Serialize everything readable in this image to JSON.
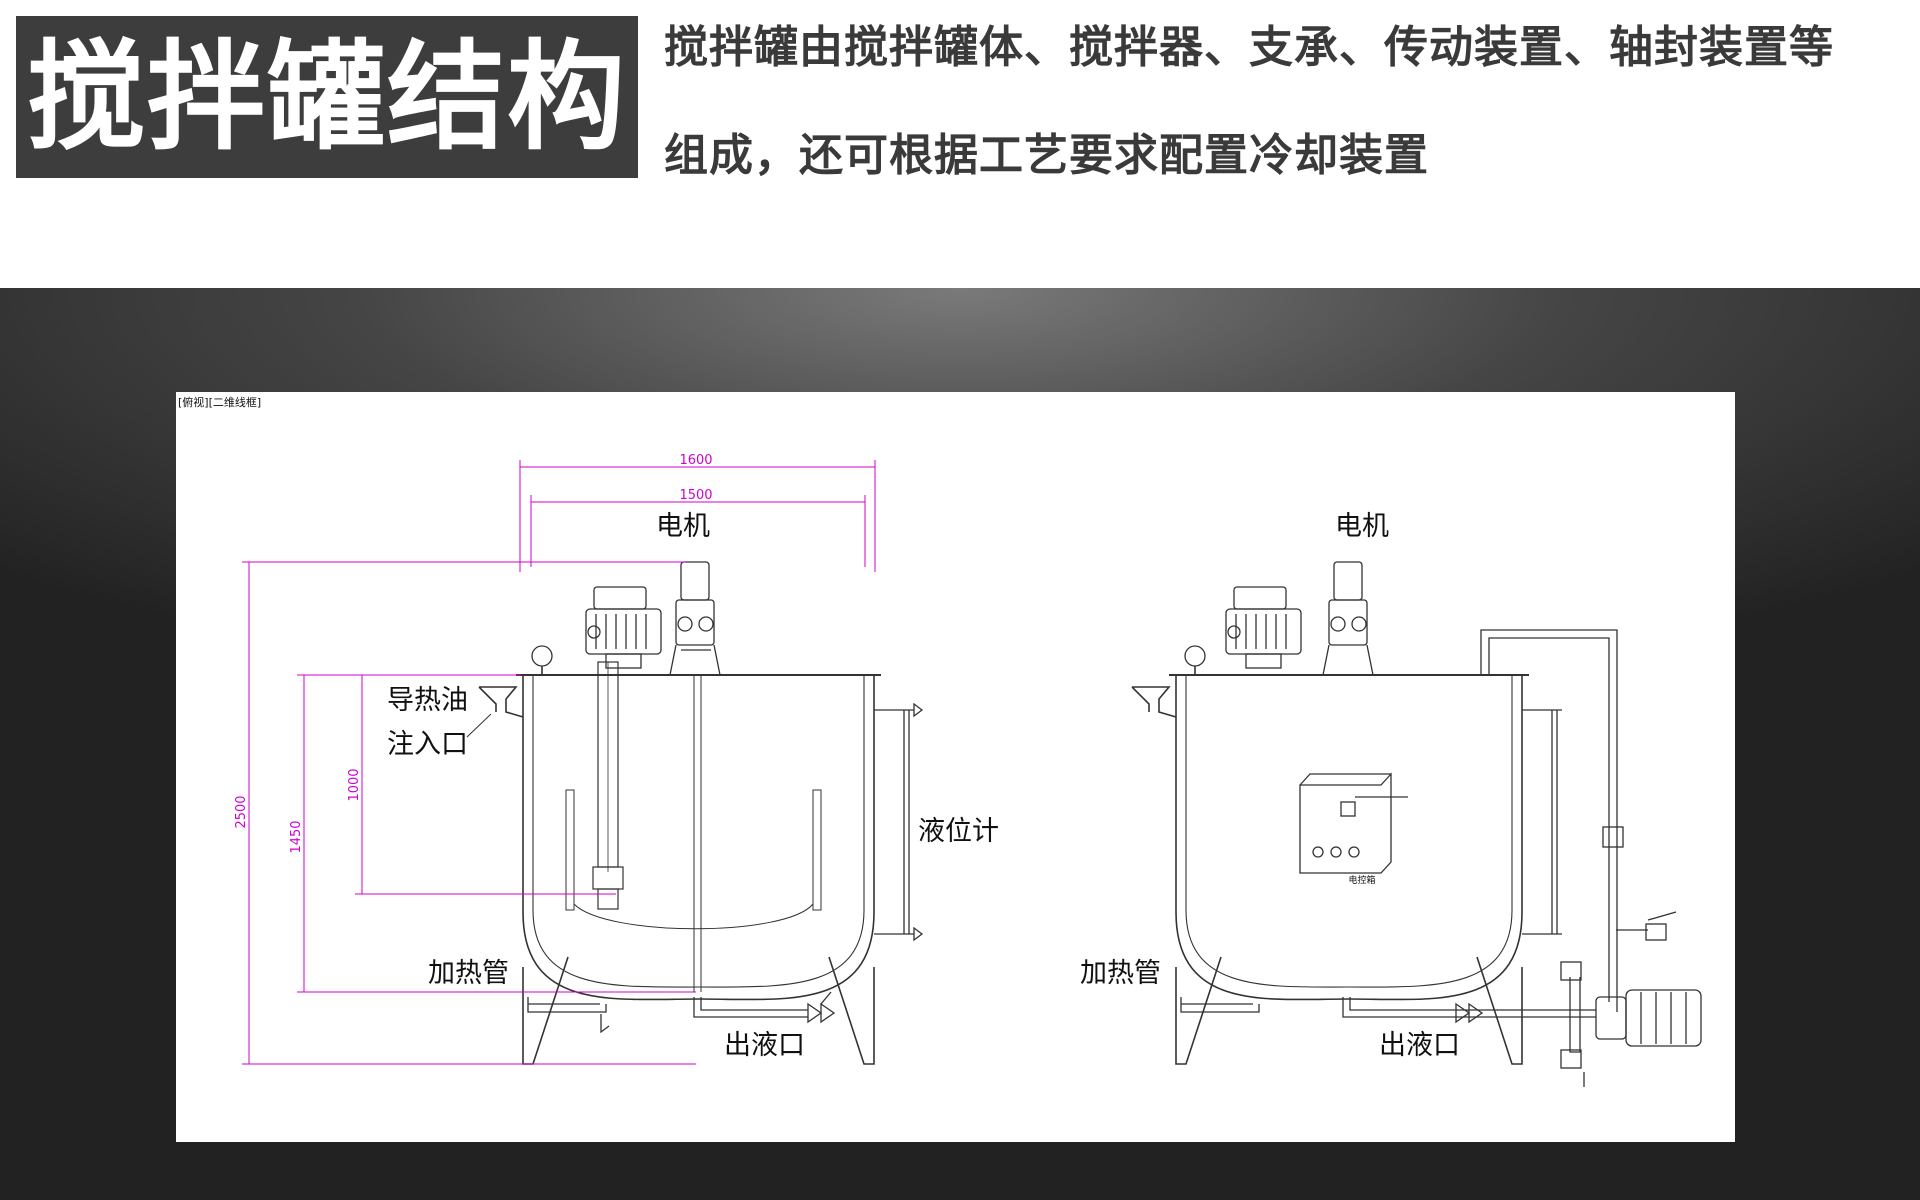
{
  "header": {
    "title": "搅拌罐结构",
    "description_line1": "搅拌罐由搅拌罐体、搅拌器、支承、传动装置、轴封装置等",
    "description_line2": "组成，还可根据工艺要求配置冷却装置"
  },
  "drawing": {
    "corner_tag": "[俯视][二维线框]",
    "dimensions": {
      "width_outer": "1600",
      "width_inner": "1500",
      "height_total": "2500",
      "height_body": "1450",
      "height_inner": "1000"
    },
    "left_view": {
      "motor": "电机",
      "oil_inlet_line1": "导热油",
      "oil_inlet_line2": "注入口",
      "level_gauge": "液位计",
      "heating_pipe": "加热管",
      "outlet": "出液口"
    },
    "right_view": {
      "motor": "电机",
      "heating_pipe": "加热管",
      "outlet": "出液口",
      "control_box": "电控箱"
    }
  },
  "colors": {
    "title_bg": "#3d3d3d",
    "dimension": "#d000d0",
    "line": "#333333"
  }
}
